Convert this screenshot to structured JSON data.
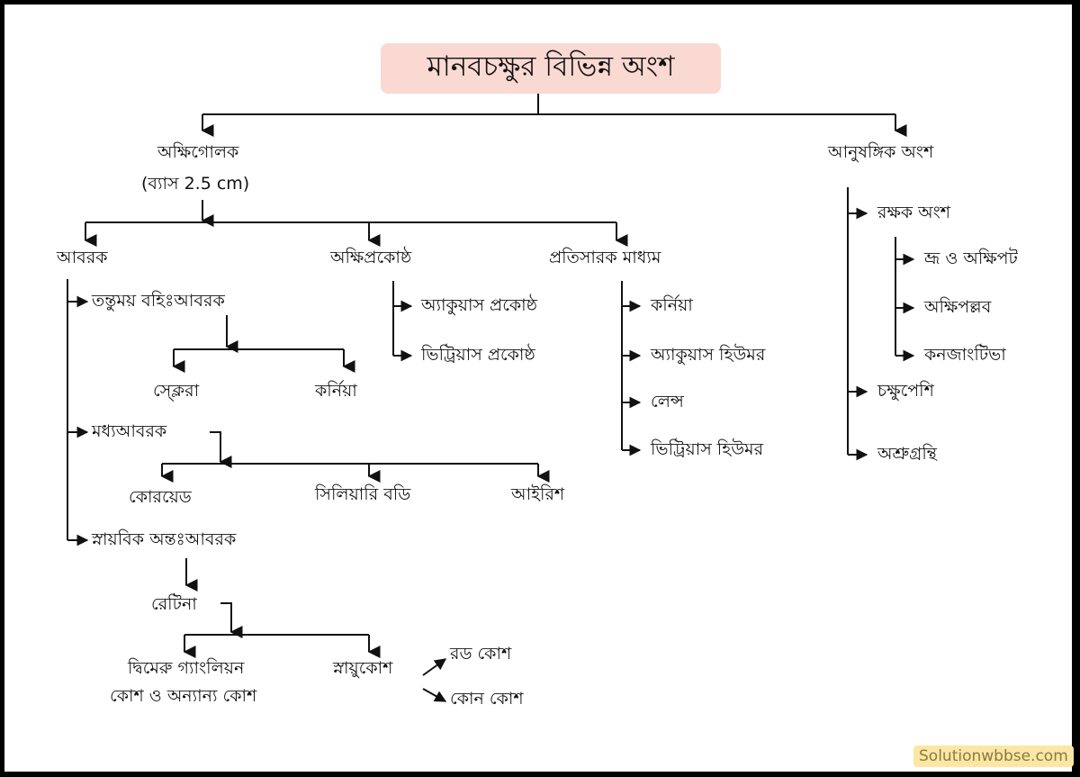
{
  "title": "মানবচক্ষুর বিভিন্ন অংশ",
  "watermark": "Solutionwbbse.com",
  "colors": {
    "title_bg": "#f9d9d2",
    "watermark_bg": "#fbe7a3",
    "line": "#111111"
  },
  "nodes": {
    "eyeball": "অক্ষিগোলক",
    "eyeball_size": "(ব্যাস 2.5 cm)",
    "accessory": "আনুষঙ্গিক অংশ",
    "coats": "আবরক",
    "chambers": "অক্ষিপ্রকোষ্ঠ",
    "refractive": "প্রতিসারক মাধ্যম",
    "fibrous_outer": "তন্তুময় বহিঃআবরক",
    "sclera": "স্ক্লেরা",
    "cornea1": "কর্নিয়া",
    "middle_coat": "মধ্যআবরক",
    "choroid": "কোরয়েড",
    "ciliary": "সিলিয়ারি বডি",
    "iris": "আইরিশ",
    "nervous_inner": "স্নায়বিক অন্তঃআবরক",
    "retina": "রেটিনা",
    "bipolar_1": "দ্বিমেরু গ্যাংলিয়ন",
    "bipolar_2": "কোশ ও অন্যান্য কোশ",
    "photoreceptor": "স্নায়ুকোশ",
    "rod": "রড কোশ",
    "cone": "কোন কোশ",
    "aqueous_chamber": "অ্যাকুয়াস প্রকোষ্ঠ",
    "vitreous_chamber": "ভিট্রিয়াস প্রকোষ্ঠ",
    "cornea2": "কর্নিয়া",
    "aqueous_humor": "অ্যাকুয়াস হিউমর",
    "lens": "লেন্স",
    "vitreous_humor": "ভিট্রিয়াস হিউমর",
    "protective": "রক্ষক অংশ",
    "brow_lid": "ভ্রূ ও অক্ষিপট",
    "eyelash": "অক্ষিপল্লব",
    "conjunctiva": "কনজাংটিভা",
    "eye_muscle": "চক্ষুপেশি",
    "lacrimal": "অশ্রুগ্রন্থি"
  }
}
